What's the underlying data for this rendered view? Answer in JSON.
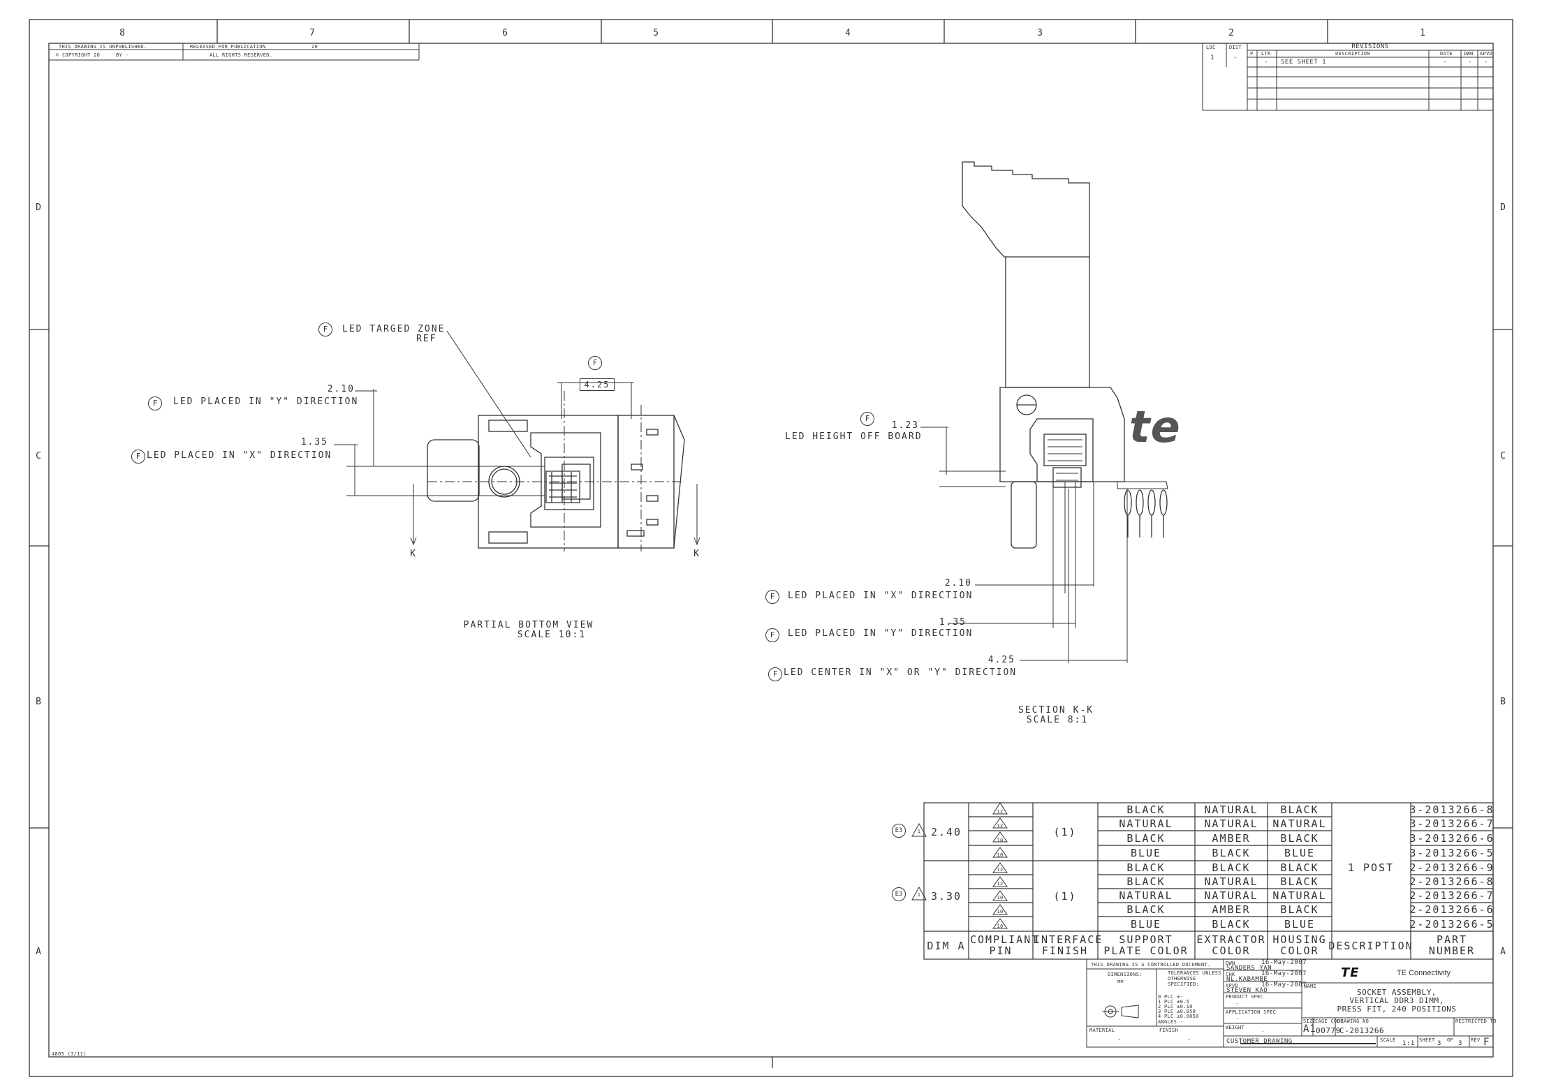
{
  "zones": {
    "top": [
      "8",
      "7",
      "6",
      "5",
      "4",
      "3",
      "2",
      "1"
    ],
    "side": [
      "D",
      "C",
      "B",
      "A"
    ]
  },
  "header": {
    "unpublished": "THIS DRAWING IS UNPUBLISHED.",
    "released": "RELEASED FOR PUBLICATION",
    "copyright": "© COPYRIGHT 20",
    "by": "BY -",
    "rights": "ALL RIGHTS RESERVED.",
    "year_suffix": "20"
  },
  "revisions": {
    "title": "REVISIONS",
    "loc_label": "LOC",
    "dist_label": "DIST",
    "loc": "1",
    "dist": "-",
    "col_p": "P",
    "col_ltr": "LTR",
    "col_desc": "DESCRIPTION",
    "col_date": "DATE",
    "col_dwn": "DWN",
    "col_apvd": "APVD",
    "row_ltr": "-",
    "row_desc": "SEE SHEET 1",
    "row_date": "-",
    "row_dwn": "-",
    "row_apvd": "-"
  },
  "bottom_view": {
    "zone_note": "LED TARGED ZONE",
    "zone_ref": "REF",
    "zone_tag": "F",
    "dim_top": "4.25",
    "dim_top_tag": "F",
    "y_dim": "2.10",
    "y_note": "LED PLACED IN \"Y\" DIRECTION",
    "y_tag": "F",
    "x_dim": "1.35",
    "x_note": "LED PLACED IN \"X\" DIRECTION",
    "x_tag": "F",
    "section_left": "K",
    "section_right": "K",
    "title": "PARTIAL BOTTOM VIEW",
    "scale": "SCALE  10:1"
  },
  "section_view": {
    "height_dim": "1.23",
    "height_note": "LED HEIGHT OFF BOARD",
    "height_tag": "F",
    "x_dim": "2.10",
    "x_note": "LED PLACED IN \"X\" DIRECTION",
    "x_tag": "F",
    "y_dim": "1.35",
    "y_note": "LED PLACED IN \"Y\" DIRECTION",
    "y_tag": "F",
    "c_dim": "4.25",
    "c_note": "LED CENTER IN \"X\" OR \"Y\" DIRECTION",
    "c_tag": "F",
    "title": "SECTION  K-K",
    "scale": "SCALE  8:1",
    "logo_mark": "te"
  },
  "table": {
    "headers": [
      "DIM A",
      "COMPLIANT PIN",
      "INTERFACE FINISH",
      "SUPPORT PLATE COLOR",
      "EXTRACTOR COLOR",
      "HOUSING COLOR",
      "DESCRIPTION",
      "PART NUMBER"
    ],
    "group1": {
      "dim": "2.40",
      "finish": "(1)",
      "tag": "E3",
      "flag": "1"
    },
    "group2": {
      "dim": "3.30",
      "finish": "(1)",
      "tag": "E3",
      "flag": "1"
    },
    "description": "1 POST",
    "rows": [
      {
        "pin": "12",
        "support": "BLACK",
        "extractor": "NATURAL",
        "housing": "BLACK",
        "part": "3-2013266-8"
      },
      {
        "pin": "12",
        "support": "NATURAL",
        "extractor": "NATURAL",
        "housing": "NATURAL",
        "part": "3-2013266-7"
      },
      {
        "pin": "10",
        "support": "BLACK",
        "extractor": "AMBER",
        "housing": "BLACK",
        "part": "3-2013266-6"
      },
      {
        "pin": "10",
        "support": "BLUE",
        "extractor": "BLACK",
        "housing": "BLUE",
        "part": "3-2013266-5"
      },
      {
        "pin": "12",
        "support": "BLACK",
        "extractor": "BLACK",
        "housing": "BLACK",
        "part": "2-2013266-9"
      },
      {
        "pin": "12",
        "support": "BLACK",
        "extractor": "NATURAL",
        "housing": "BLACK",
        "part": "2-2013266-8"
      },
      {
        "pin": "10",
        "support": "NATURAL",
        "extractor": "NATURAL",
        "housing": "NATURAL",
        "part": "2-2013266-7"
      },
      {
        "pin": "10",
        "support": "BLACK",
        "extractor": "AMBER",
        "housing": "BLACK",
        "part": "2-2013266-6"
      },
      {
        "pin": "10",
        "support": "BLUE",
        "extractor": "BLACK",
        "housing": "BLUE",
        "part": "2-2013266-5"
      }
    ]
  },
  "title_block": {
    "controlled": "THIS DRAWING IS A CONTROLLED DOCUMENT.",
    "dim_label": "DIMENSIONS:",
    "dim_unit": "mm",
    "tol_label": "TOLERANCES UNLESS OTHERWISE SPECIFIED:",
    "tol_lines": [
      "0 PLC  ±-",
      "1 PLC  ±0.5",
      "2 PLC  ±0.10",
      "3 PLC  ±0.050",
      "4 PLC  ±0.0050",
      "ANGLES  -"
    ],
    "material_label": "MATERIAL",
    "material": "-",
    "finish_label": "FINISH",
    "finish": "-",
    "dwn_label": "DWN",
    "dwn_date": "16-May-2007",
    "dwn_name": "SANDERS YAN",
    "chk_label": "CHK",
    "chk_date": "16-May-2007",
    "chk_name": "NL.KABAMBE",
    "appvd_label": "APVD",
    "appvd_date": "16-May-2007",
    "appvd_name": "STEVEN KAO",
    "product_spec_label": "PRODUCT SPEC",
    "product_spec": "-",
    "application_spec_label": "APPLICATION SPEC",
    "application_spec": "-",
    "weight_label": "WEIGHT",
    "weight": "-",
    "customer": "CUSTOMER DRAWING",
    "company": "TE Connectivity",
    "logo": "TE",
    "name_label": "NAME",
    "name_lines": [
      "SOCKET ASSEMBLY,",
      "VERTICAL DDR3 DIMM,",
      "PRESS FIT, 240 POSITIONS"
    ],
    "size_label": "SIZE",
    "size": "A1",
    "cage_label": "CAGE CODE",
    "cage": "00779",
    "drawing_no_label": "DRAWING NO",
    "drawing_no": "C-2013266",
    "restricted_label": "RESTRICTED TO",
    "scale_label": "SCALE",
    "scale": "1:1",
    "sheet_label": "SHEET",
    "sheet": "3",
    "of_label": "OF",
    "of": "3",
    "rev_label": "REV",
    "rev": "F"
  },
  "form_code": "4805 (3/11)"
}
